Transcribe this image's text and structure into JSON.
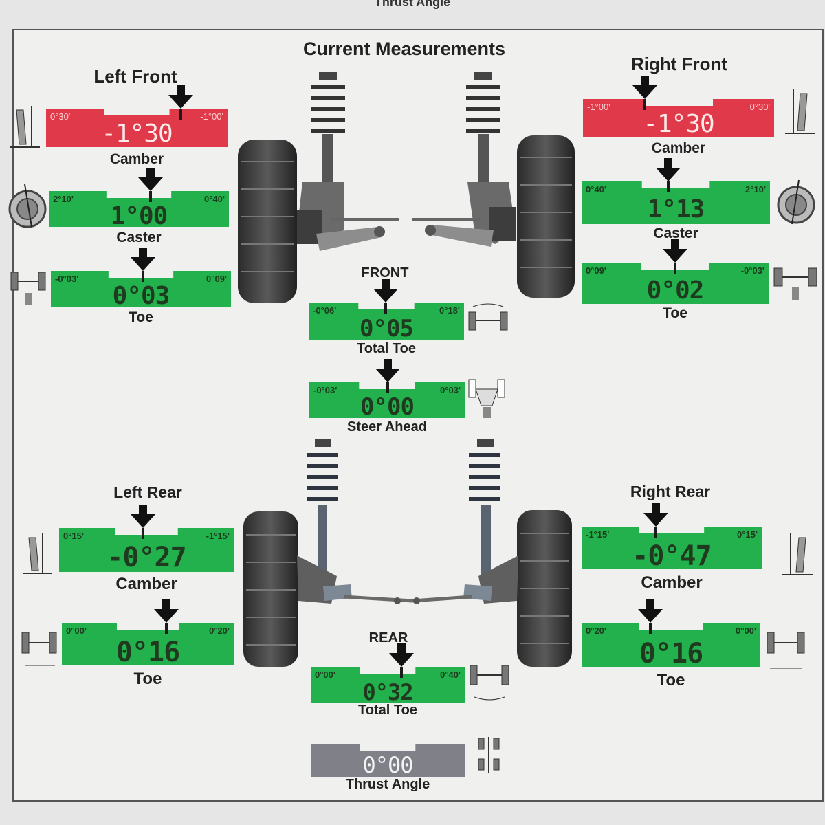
{
  "header": {
    "cut_title": "Thrust Angle",
    "title": "Current Measurements"
  },
  "front": {
    "section_label": "FRONT",
    "left_title": "Left Front",
    "right_title": "Right Front",
    "left_camber": {
      "min": "0°30'",
      "max": "-1°00'",
      "value": "-1°30",
      "label": "Camber",
      "status": "red"
    },
    "left_caster": {
      "min": "2°10'",
      "max": "0°40'",
      "value": "1°00",
      "label": "Caster",
      "status": "green"
    },
    "left_toe": {
      "min": "-0°03'",
      "max": "0°09'",
      "value": "0°03",
      "label": "Toe",
      "status": "green"
    },
    "right_camber": {
      "min": "-1°00'",
      "max": "0°30'",
      "value": "-1°30",
      "label": "Camber",
      "status": "red"
    },
    "right_caster": {
      "min": "0°40'",
      "max": "2°10'",
      "value": "1°13",
      "label": "Caster",
      "status": "green"
    },
    "right_toe": {
      "min": "0°09'",
      "max": "-0°03'",
      "value": "0°02",
      "label": "Toe",
      "status": "green"
    },
    "total_toe": {
      "min": "-0°06'",
      "max": "0°18'",
      "value": "0°05",
      "label": "Total Toe",
      "status": "green"
    },
    "steer_ahead": {
      "min": "-0°03'",
      "max": "0°03'",
      "value": "0°00",
      "label": "Steer Ahead",
      "status": "green"
    }
  },
  "rear": {
    "section_label": "REAR",
    "left_title": "Left Rear",
    "right_title": "Right Rear",
    "left_camber": {
      "min": "0°15'",
      "max": "-1°15'",
      "value": "-0°27",
      "label": "Camber",
      "status": "green"
    },
    "left_toe": {
      "min": "0°00'",
      "max": "0°20'",
      "value": "0°16",
      "label": "Toe",
      "status": "green"
    },
    "right_camber": {
      "min": "-1°15'",
      "max": "0°15'",
      "value": "-0°47",
      "label": "Camber",
      "status": "green"
    },
    "right_toe": {
      "min": "0°20'",
      "max": "0°00'",
      "value": "0°16",
      "label": "Toe",
      "status": "green"
    },
    "total_toe": {
      "min": "0°00'",
      "max": "0°40'",
      "value": "0°32",
      "label": "Total Toe",
      "status": "green"
    },
    "thrust_angle": {
      "value": "0°00",
      "label": "Thrust Angle",
      "status": "gray"
    }
  },
  "colors": {
    "green": "#22b14c",
    "red": "#e03a4a",
    "gray": "#7f8088"
  }
}
